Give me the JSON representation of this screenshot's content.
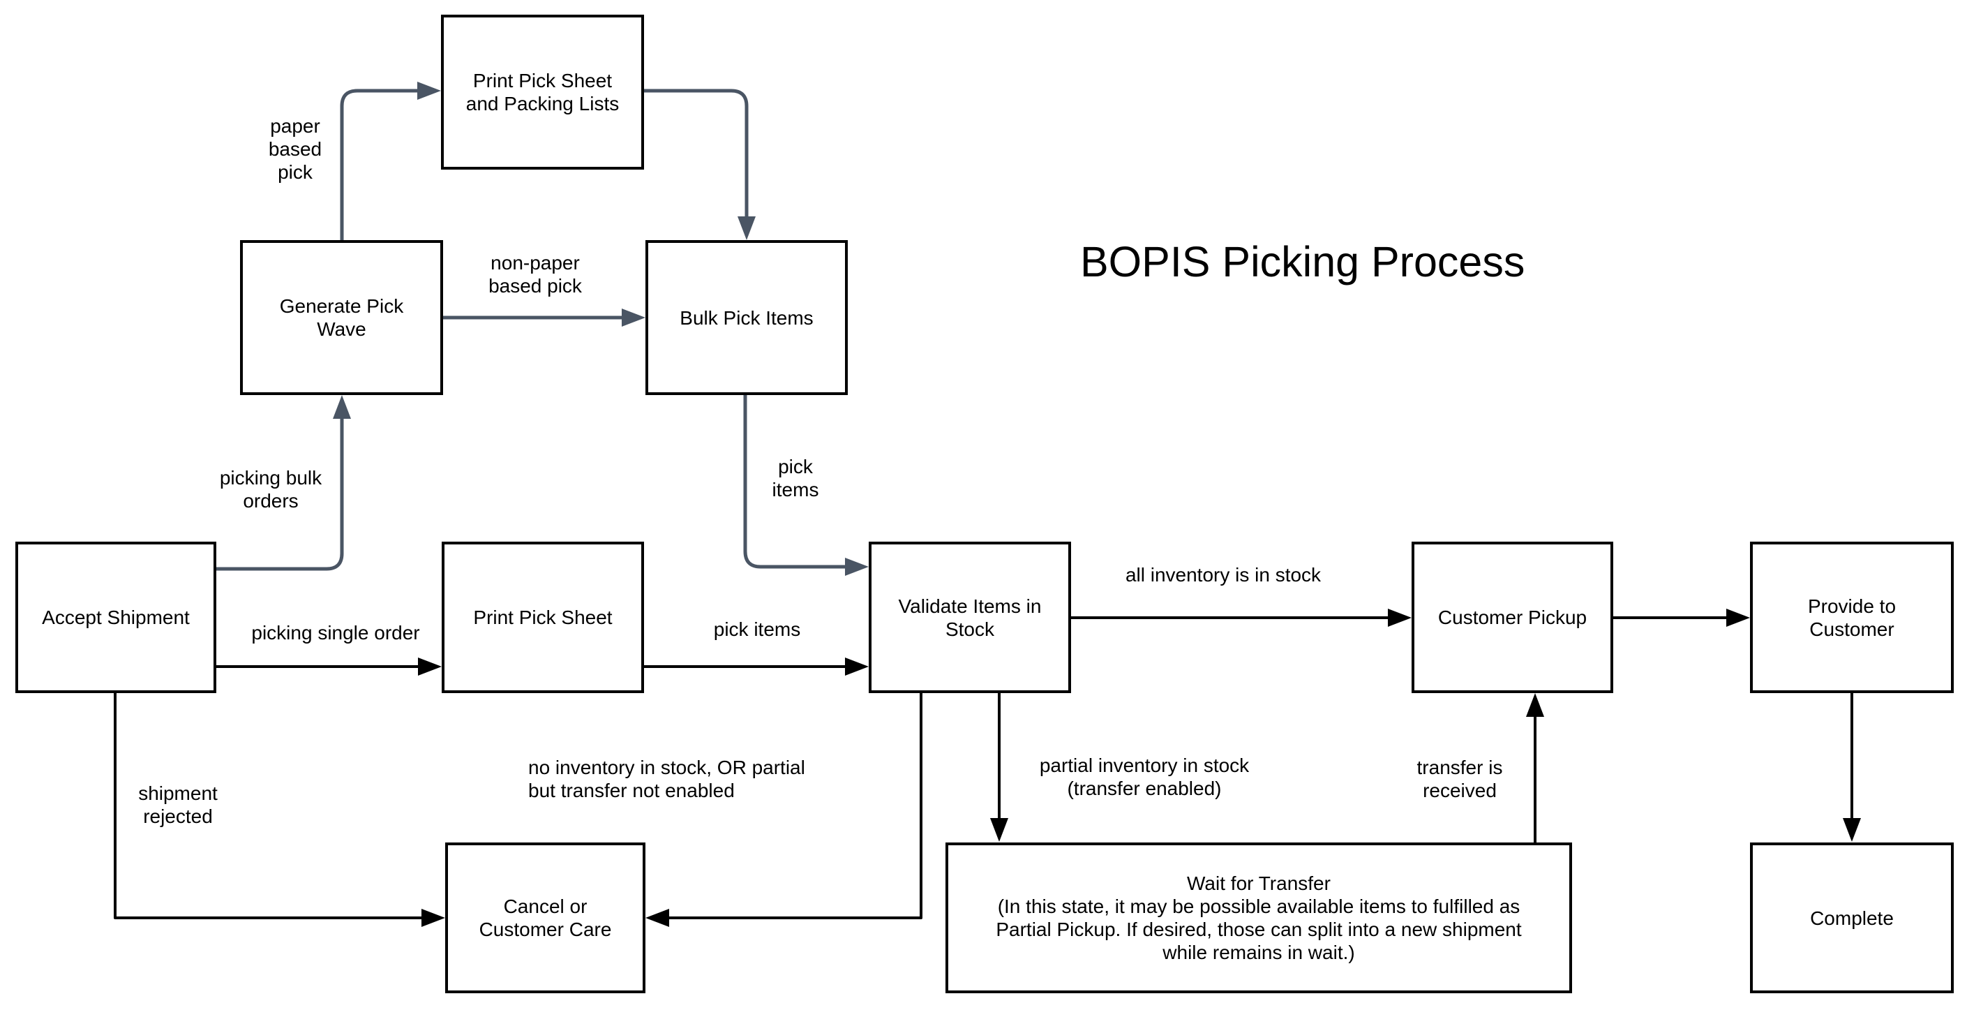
{
  "title": "BOPIS Picking Process",
  "colors": {
    "edge_primary": "#000000",
    "edge_secondary": "#4a5564",
    "node_border": "#000000",
    "node_fill": "#ffffff",
    "background": "#ffffff",
    "text": "#000000"
  },
  "nodes": {
    "print_sheets": {
      "label": "Print Pick Sheet\nand Packing Lists"
    },
    "generate_wave": {
      "label": "Generate Pick\nWave"
    },
    "bulk_pick": {
      "label": "Bulk Pick Items"
    },
    "accept_shipment": {
      "label": "Accept Shipment"
    },
    "print_pick_sheet": {
      "label": "Print Pick Sheet"
    },
    "validate_stock": {
      "label": "Validate Items in\nStock"
    },
    "customer_pickup": {
      "label": "Customer Pickup"
    },
    "provide_customer": {
      "label": "Provide to\nCustomer"
    },
    "cancel_care": {
      "label": "Cancel or\nCustomer Care"
    },
    "wait_transfer": {
      "label": "Wait for Transfer\n(In this state, it may be possible available items to fulfilled as\nPartial Pickup. If desired, those can split into a new shipment\nwhile remains in wait.)"
    },
    "complete": {
      "label": "Complete"
    }
  },
  "edge_labels": {
    "paper_based_pick": "paper\nbased\npick",
    "non_paper_based_pick": "non-paper\nbased pick",
    "picking_bulk_orders": "picking bulk\norders",
    "pick_items_bulk": "pick\nitems",
    "picking_single_order": "picking single order",
    "pick_items_single": "pick items",
    "all_inventory_in_stock": "all inventory is in stock",
    "shipment_rejected": "shipment\nrejected",
    "no_inventory": "no inventory in stock, OR partial\nbut transfer not enabled",
    "partial_inventory": "partial inventory in stock\n(transfer enabled)",
    "transfer_received": "transfer is\nreceived"
  }
}
